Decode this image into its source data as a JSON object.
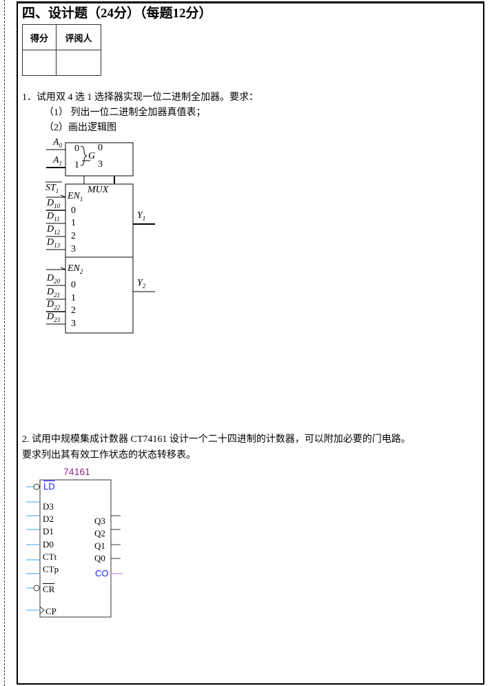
{
  "heading": "四、设计题（24分）（每题12分）",
  "score_table": {
    "headers": [
      "得分",
      "评阅人"
    ]
  },
  "q1": {
    "text": "1．试用双 4 选 1 选择器实现一位二进制全加器。要求：",
    "sub1": "（1）  列出一位二进制全加器真值表；",
    "sub2": "（2）画出逻辑图"
  },
  "mux": {
    "a0": "A",
    "a0s": "0",
    "a1": "A",
    "a1s": "1",
    "g0": "0",
    "g1": "1",
    "g": "G",
    "gfrac_top": "0",
    "gfrac_bot": "3",
    "title": "MUX",
    "st": "ST",
    "sts": "1",
    "en1": "EN",
    "en1s": "1",
    "en2": "EN",
    "en2s": "2",
    "d1": [
      "10",
      "11",
      "12",
      "13"
    ],
    "d2": [
      "20",
      "21",
      "22",
      "23"
    ],
    "d": "D",
    "idx": [
      "0",
      "1",
      "2",
      "3"
    ],
    "y": "Y",
    "y1s": "1",
    "y2s": "2"
  },
  "q2": {
    "line1": "2. 试用中规模集成计数器 CT74161 设计一个二十四进制的计数器，可以附加必要的门电路。",
    "line2": "要求列出其有效工作状态的状态转移表。"
  },
  "chip": {
    "name": "74161",
    "ld": "LD",
    "inputs": [
      "D3",
      "D2",
      "D1",
      "D0",
      "CTt",
      "CTp"
    ],
    "cr": "CR",
    "cp": "CP",
    "outputs": [
      "Q3",
      "Q2",
      "Q1",
      "Q0"
    ],
    "co": "CO",
    "colors": {
      "pin": "#3aa0e8",
      "co": "#c070e0",
      "label": "#1a1aff",
      "name": "#8b2a8b"
    }
  }
}
